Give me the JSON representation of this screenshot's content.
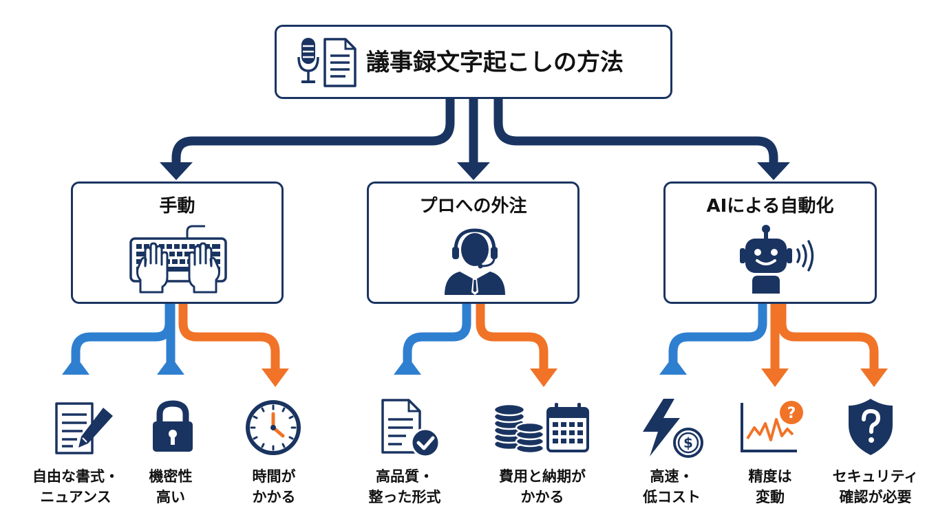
{
  "title": "議事録文字起こしの方法",
  "methods": [
    {
      "label": "手動",
      "icon": "typing-hands-icon"
    },
    {
      "label": "プロへの外注",
      "icon": "headset-operator-icon"
    },
    {
      "label": "AIによる自動化",
      "icon": "robot-icon"
    }
  ],
  "outcomes": [
    {
      "line1": "自由な書式・",
      "line2": "ニュアンス",
      "type": "pro",
      "icon": "document-pen-icon"
    },
    {
      "line1": "機密性",
      "line2": "高い",
      "type": "pro",
      "icon": "padlock-icon"
    },
    {
      "line1": "時間が",
      "line2": "かかる",
      "type": "con",
      "icon": "clock-icon"
    },
    {
      "line1": "高品質・",
      "line2": "整った形式",
      "type": "pro",
      "icon": "document-check-icon"
    },
    {
      "line1": "費用と納期が",
      "line2": "かかる",
      "type": "con",
      "icon": "coins-calendar-icon"
    },
    {
      "line1": "高速・",
      "line2": "低コスト",
      "type": "pro",
      "icon": "lightning-coin-icon"
    },
    {
      "line1": "精度は",
      "line2": "変動",
      "type": "con",
      "icon": "fluctuation-chart-icon"
    },
    {
      "line1": "セキュリティ",
      "line2": "確認が必要",
      "type": "con",
      "icon": "shield-question-icon"
    }
  ],
  "colors": {
    "navy": "#1a3461",
    "blue": "#2f7fd0",
    "orange": "#f07328"
  }
}
